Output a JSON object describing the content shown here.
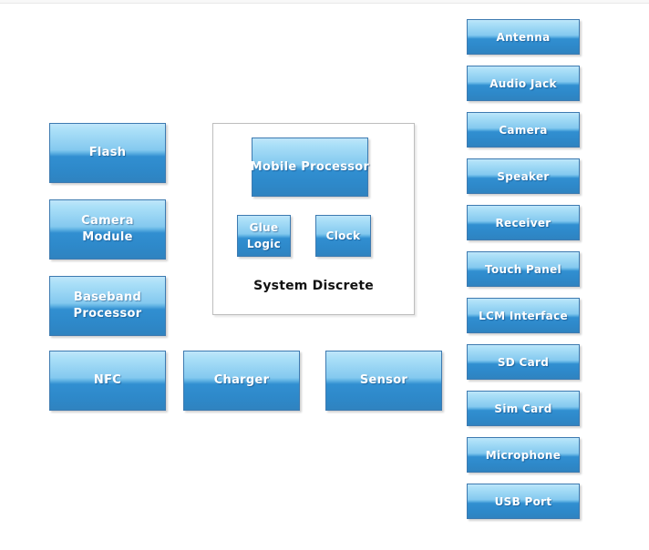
{
  "diagram": {
    "left_column": [
      "Flash",
      "Camera Module",
      "Baseband Processor",
      "NFC"
    ],
    "bottom_row": [
      "Charger",
      "Sensor"
    ],
    "system_discrete": {
      "label": "System Discrete",
      "blocks": [
        "Mobile Processor",
        "Glue Logic",
        "Clock"
      ]
    },
    "right_column": [
      "Antenna",
      "Audio Jack",
      "Camera",
      "Speaker",
      "Receiver",
      "Touch Panel",
      "LCM Interface",
      "SD Card",
      "Sim Card",
      "Microphone",
      "USB Port"
    ]
  },
  "colors": {
    "box_gradient_top": "#bfe6fa",
    "box_gradient_mid_light": "#84c9ef",
    "box_gradient_mid_dark": "#318fd1",
    "box_gradient_bottom": "#2f83c0",
    "box_border": "#3d7ab0",
    "box_text": "#ffffff",
    "group_border": "#bdbdbd",
    "group_label_text": "#111111",
    "background": "#ffffff"
  }
}
